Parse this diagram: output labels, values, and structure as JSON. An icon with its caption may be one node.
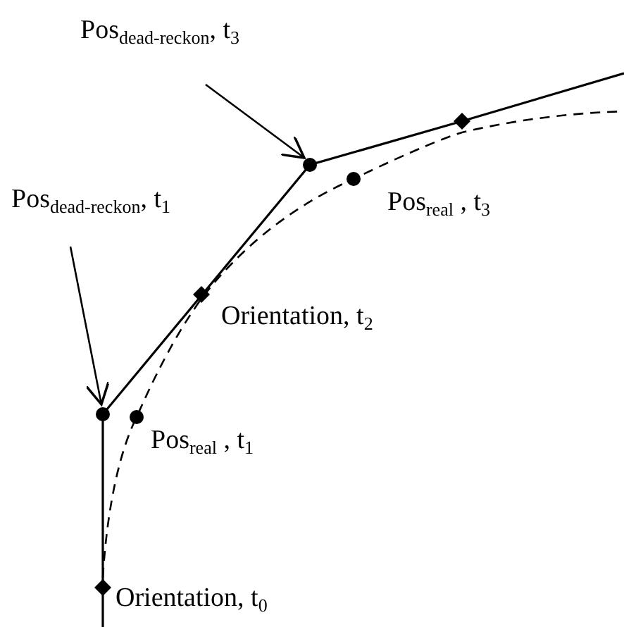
{
  "diagram": {
    "nodes": [
      {
        "text": [
          "Pos$_{dead-reckon}$, t$_{3}$"
        ]
      },
      {
        "text": [],
        "shape": "circle"
      },
      {
        "text": [
          "Pos$_{dead-reckon}$, t$_{1}$"
        ]
      },
      {
        "text": [],
        "shape": "circle"
      }
    ],
    "edges": [
      {
        "from": 0,
        "to": 1,
        "arrow": "to"
      },
      {
        "from": 2,
        "to": 3,
        "arrow": "to"
      }
    ],
    "labels": [
      "Pos$_{real}$ , t$_{3}$",
      "Orientation, t$_{2}$",
      "Pos$_{real}$ , t$_{1}$",
      "Orientation, t$_{0}$"
    ]
  }
}
